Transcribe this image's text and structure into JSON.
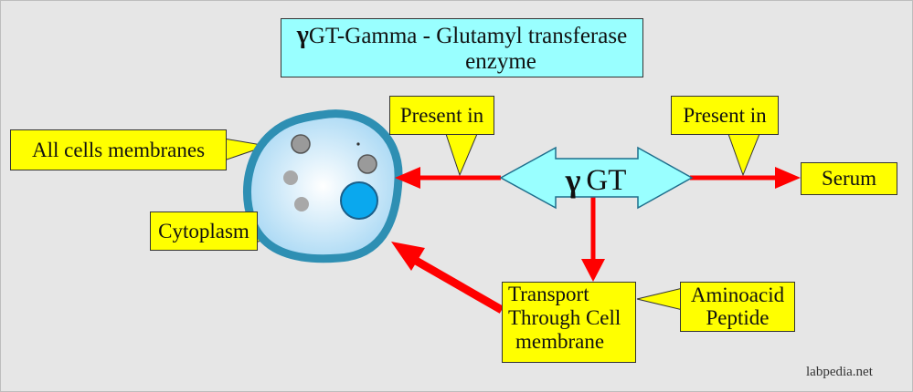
{
  "title": {
    "symbol": "γ",
    "line1": "GT-Gamma - Glutamyl transferase",
    "line2": "enzyme"
  },
  "center": {
    "symbol": "γ",
    "label": "GT"
  },
  "callouts": {
    "present_left": "Present in",
    "present_right": "Present in",
    "cells": "All cells membranes",
    "cytoplasm": "Cytoplasm"
  },
  "serum": "Serum",
  "transport": {
    "line1": "Transport",
    "line2": "Through Cell",
    "line3": "membrane"
  },
  "amino": {
    "line1": "Aminoacid",
    "line2": "Peptide"
  },
  "watermark": "labpedia.net",
  "colors": {
    "background": "#e6e6e6",
    "title_fill": "#99ffff",
    "callout_fill": "#ffff00",
    "arrow": "#ff0000",
    "cell_membrane": "#2e8fb3",
    "nucleus": "#0aa8ee",
    "double_arrow_fill": "#99ffff"
  }
}
